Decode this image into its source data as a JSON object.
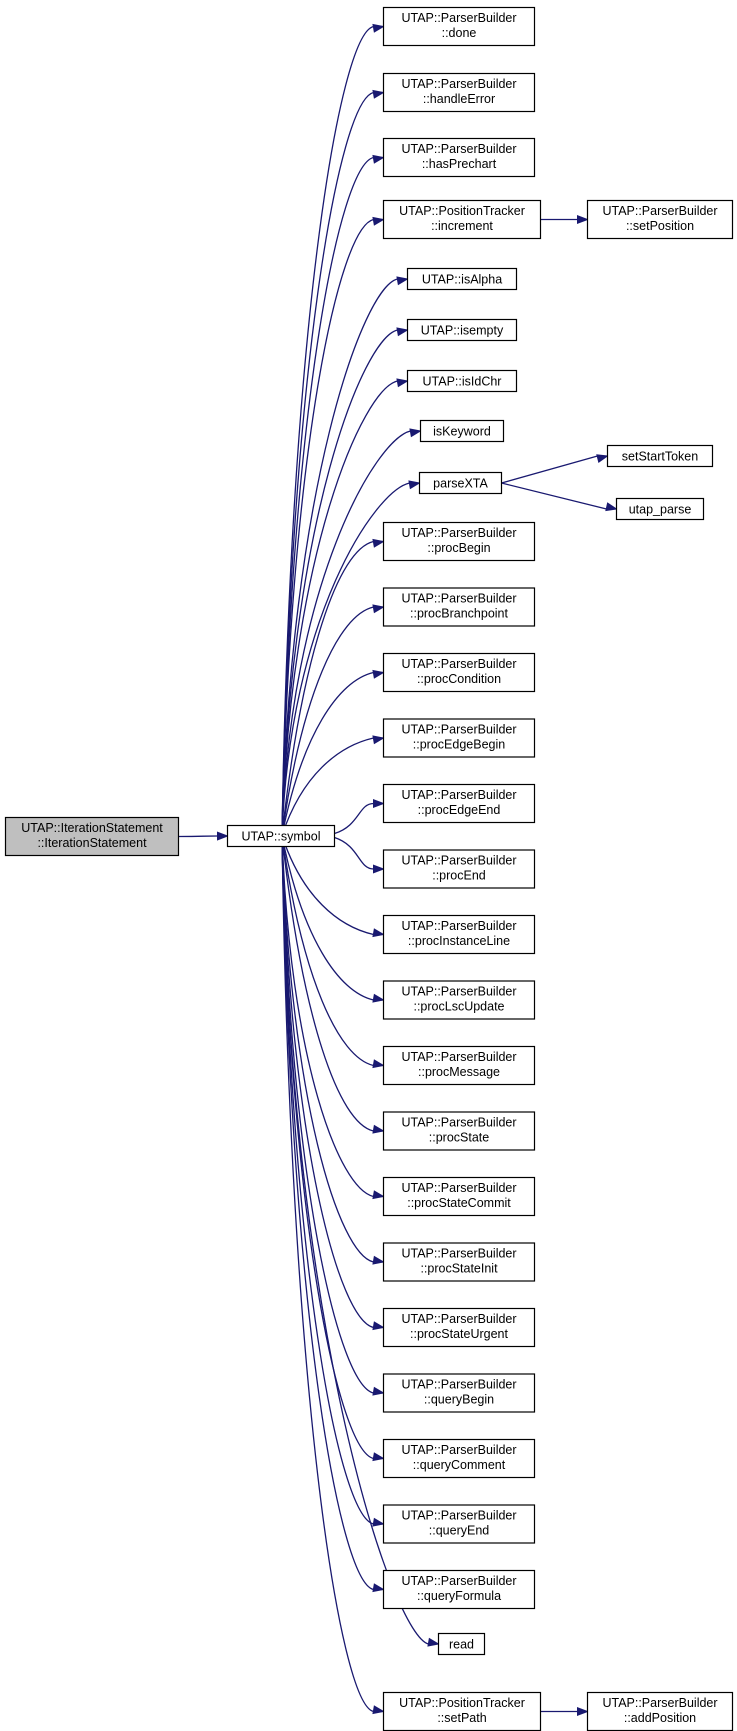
{
  "graph": {
    "nodes": [
      {
        "id": "root",
        "lines": [
          "UTAP::IterationStatement",
          "::IterationStatement"
        ],
        "highlighted": true
      },
      {
        "id": "symbol",
        "lines": [
          "UTAP::symbol"
        ]
      },
      {
        "id": "done",
        "lines": [
          "UTAP::ParserBuilder",
          "::done"
        ]
      },
      {
        "id": "handleError",
        "lines": [
          "UTAP::ParserBuilder",
          "::handleError"
        ]
      },
      {
        "id": "hasPrechart",
        "lines": [
          "UTAP::ParserBuilder",
          "::hasPrechart"
        ]
      },
      {
        "id": "increment",
        "lines": [
          "UTAP::PositionTracker",
          "::increment"
        ]
      },
      {
        "id": "setPosition",
        "lines": [
          "UTAP::ParserBuilder",
          "::setPosition"
        ]
      },
      {
        "id": "isAlpha",
        "lines": [
          "UTAP::isAlpha"
        ]
      },
      {
        "id": "isempty",
        "lines": [
          "UTAP::isempty"
        ]
      },
      {
        "id": "isIdChr",
        "lines": [
          "UTAP::isIdChr"
        ]
      },
      {
        "id": "isKeyword",
        "lines": [
          "isKeyword"
        ]
      },
      {
        "id": "parseXTA",
        "lines": [
          "parseXTA"
        ]
      },
      {
        "id": "setStartToken",
        "lines": [
          "setStartToken"
        ]
      },
      {
        "id": "utap_parse",
        "lines": [
          "utap_parse"
        ]
      },
      {
        "id": "procBegin",
        "lines": [
          "UTAP::ParserBuilder",
          "::procBegin"
        ]
      },
      {
        "id": "procBranchpoint",
        "lines": [
          "UTAP::ParserBuilder",
          "::procBranchpoint"
        ]
      },
      {
        "id": "procCondition",
        "lines": [
          "UTAP::ParserBuilder",
          "::procCondition"
        ]
      },
      {
        "id": "procEdgeBegin",
        "lines": [
          "UTAP::ParserBuilder",
          "::procEdgeBegin"
        ]
      },
      {
        "id": "procEdgeEnd",
        "lines": [
          "UTAP::ParserBuilder",
          "::procEdgeEnd"
        ]
      },
      {
        "id": "procEnd",
        "lines": [
          "UTAP::ParserBuilder",
          "::procEnd"
        ]
      },
      {
        "id": "procInstanceLine",
        "lines": [
          "UTAP::ParserBuilder",
          "::procInstanceLine"
        ]
      },
      {
        "id": "procLscUpdate",
        "lines": [
          "UTAP::ParserBuilder",
          "::procLscUpdate"
        ]
      },
      {
        "id": "procMessage",
        "lines": [
          "UTAP::ParserBuilder",
          "::procMessage"
        ]
      },
      {
        "id": "procState",
        "lines": [
          "UTAP::ParserBuilder",
          "::procState"
        ]
      },
      {
        "id": "procStateCommit",
        "lines": [
          "UTAP::ParserBuilder",
          "::procStateCommit"
        ]
      },
      {
        "id": "procStateInit",
        "lines": [
          "UTAP::ParserBuilder",
          "::procStateInit"
        ]
      },
      {
        "id": "procStateUrgent",
        "lines": [
          "UTAP::ParserBuilder",
          "::procStateUrgent"
        ]
      },
      {
        "id": "queryBegin",
        "lines": [
          "UTAP::ParserBuilder",
          "::queryBegin"
        ]
      },
      {
        "id": "queryComment",
        "lines": [
          "UTAP::ParserBuilder",
          "::queryComment"
        ]
      },
      {
        "id": "queryEnd",
        "lines": [
          "UTAP::ParserBuilder",
          "::queryEnd"
        ]
      },
      {
        "id": "queryFormula",
        "lines": [
          "UTAP::ParserBuilder",
          "::queryFormula"
        ]
      },
      {
        "id": "read",
        "lines": [
          "read"
        ]
      },
      {
        "id": "setPath",
        "lines": [
          "UTAP::PositionTracker",
          "::setPath"
        ]
      },
      {
        "id": "addPosition",
        "lines": [
          "UTAP::ParserBuilder",
          "::addPosition"
        ]
      }
    ],
    "edges": [
      [
        "root",
        "symbol"
      ],
      [
        "symbol",
        "done"
      ],
      [
        "symbol",
        "handleError"
      ],
      [
        "symbol",
        "hasPrechart"
      ],
      [
        "symbol",
        "increment"
      ],
      [
        "increment",
        "setPosition"
      ],
      [
        "symbol",
        "isAlpha"
      ],
      [
        "symbol",
        "isempty"
      ],
      [
        "symbol",
        "isIdChr"
      ],
      [
        "symbol",
        "isKeyword"
      ],
      [
        "symbol",
        "parseXTA"
      ],
      [
        "parseXTA",
        "setStartToken"
      ],
      [
        "parseXTA",
        "utap_parse"
      ],
      [
        "symbol",
        "procBegin"
      ],
      [
        "symbol",
        "procBranchpoint"
      ],
      [
        "symbol",
        "procCondition"
      ],
      [
        "symbol",
        "procEdgeBegin"
      ],
      [
        "symbol",
        "procEdgeEnd"
      ],
      [
        "symbol",
        "procEnd"
      ],
      [
        "symbol",
        "procInstanceLine"
      ],
      [
        "symbol",
        "procLscUpdate"
      ],
      [
        "symbol",
        "procMessage"
      ],
      [
        "symbol",
        "procState"
      ],
      [
        "symbol",
        "procStateCommit"
      ],
      [
        "symbol",
        "procStateInit"
      ],
      [
        "symbol",
        "procStateUrgent"
      ],
      [
        "symbol",
        "queryBegin"
      ],
      [
        "symbol",
        "queryComment"
      ],
      [
        "symbol",
        "queryEnd"
      ],
      [
        "symbol",
        "queryFormula"
      ],
      [
        "symbol",
        "read"
      ],
      [
        "symbol",
        "setPath"
      ],
      [
        "setPath",
        "addPosition"
      ]
    ],
    "colors": {
      "edge": "#191970",
      "node_fill": "#ffffff",
      "node_highlight_fill": "#bfbfbf",
      "node_stroke": "#000000"
    }
  }
}
